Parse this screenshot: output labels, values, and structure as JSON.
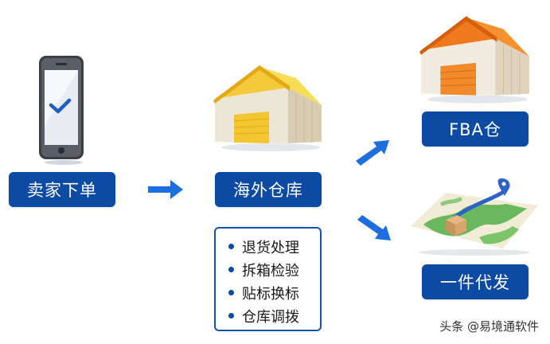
{
  "nodes": {
    "seller": "卖家下单",
    "overseas_warehouse": "海外仓库",
    "fba": "FBA仓",
    "dropship": "一件代发"
  },
  "services": [
    "退货处理",
    "拆箱检验",
    "贴标换标",
    "仓库调拨"
  ],
  "watermark": "头条 @易境通软件",
  "colors": {
    "label_bg": "#0d4aa3",
    "arrow": "#1d6fe0"
  }
}
